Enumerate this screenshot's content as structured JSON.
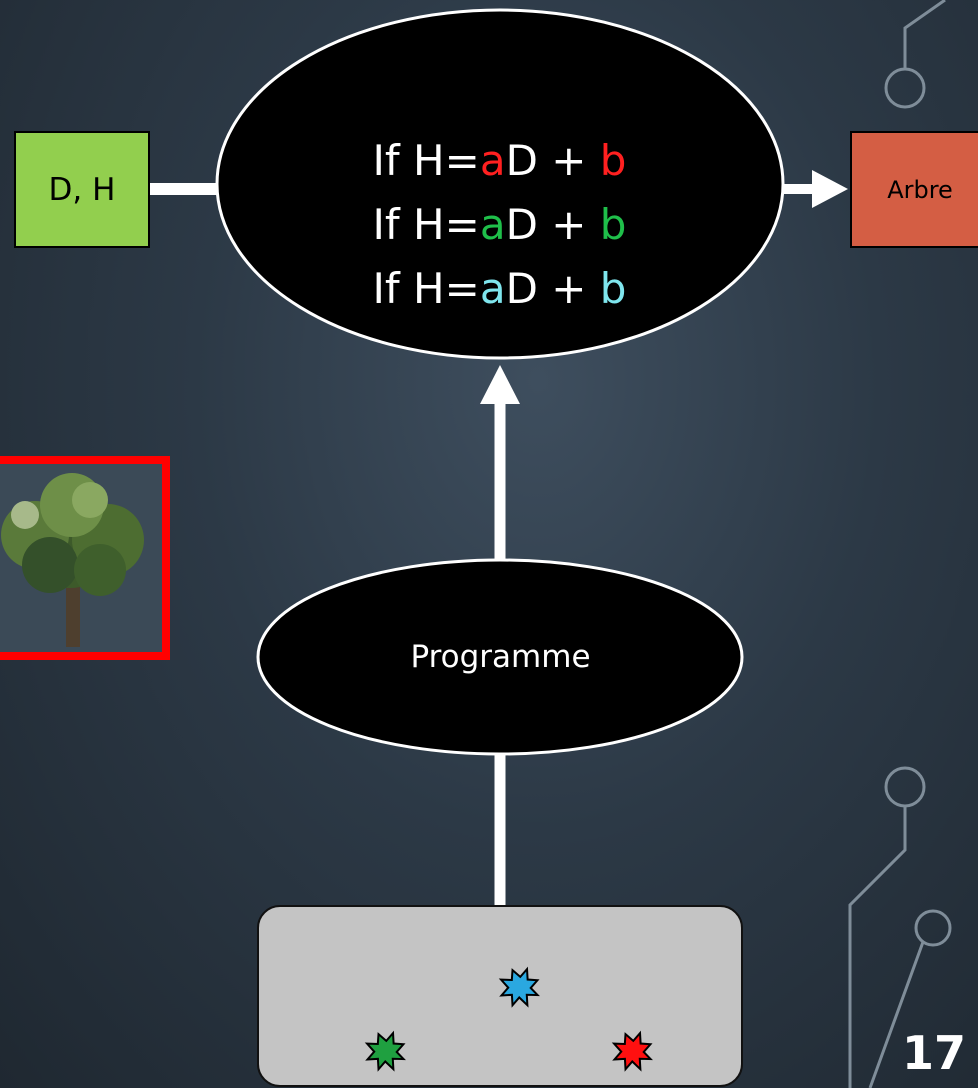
{
  "input": {
    "label": "D, H"
  },
  "output": {
    "label": "Arbre"
  },
  "model": {
    "equations": [
      {
        "prefix": "If H=",
        "a": "a",
        "mid": "D + ",
        "b": "b",
        "color": "#ff2020"
      },
      {
        "prefix": "If H=",
        "a": "a",
        "mid": "D + ",
        "b": "b",
        "color": "#1fbf4a"
      },
      {
        "prefix": "If H=",
        "a": "a",
        "mid": "D + ",
        "b": "b",
        "color": "#7fe6ee"
      }
    ]
  },
  "program": {
    "label": "Programme"
  },
  "tree_frame_color": "#ff0000",
  "data_box": {
    "markers": [
      {
        "color": "#1fa040"
      },
      {
        "color": "#2aa8e0"
      },
      {
        "color": "#ff1010"
      }
    ]
  },
  "page_number": "17",
  "colors": {
    "input_fill": "#92cf4e",
    "output_fill": "#d45e44",
    "circuit": "#7f8d99"
  }
}
